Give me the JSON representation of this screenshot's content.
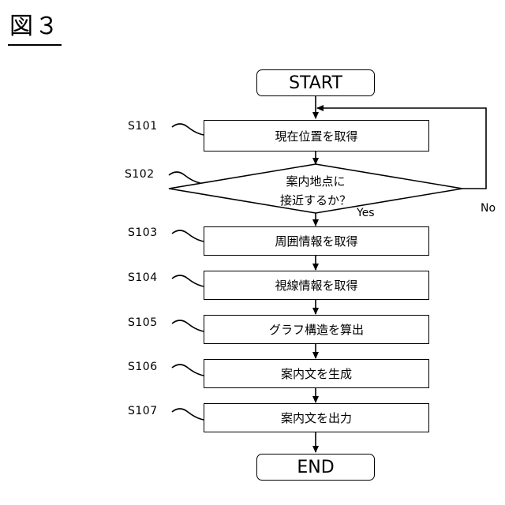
{
  "figure_label": "図３",
  "start_label": "START",
  "end_label": "END",
  "steps": [
    {
      "id": "S101",
      "text": "現在位置を取得"
    },
    {
      "id": "S102",
      "text_line1": "案内地点に",
      "text_line2": "接近するか？"
    },
    {
      "id": "S103",
      "text": "周囲情報を取得"
    },
    {
      "id": "S104",
      "text": "視線情報を取得"
    },
    {
      "id": "S105",
      "text": "グラフ構造を算出"
    },
    {
      "id": "S106",
      "text": "案内文を生成"
    },
    {
      "id": "S107",
      "text": "案内文を出力"
    }
  ],
  "branches": {
    "yes": "Yes",
    "no": "No"
  }
}
